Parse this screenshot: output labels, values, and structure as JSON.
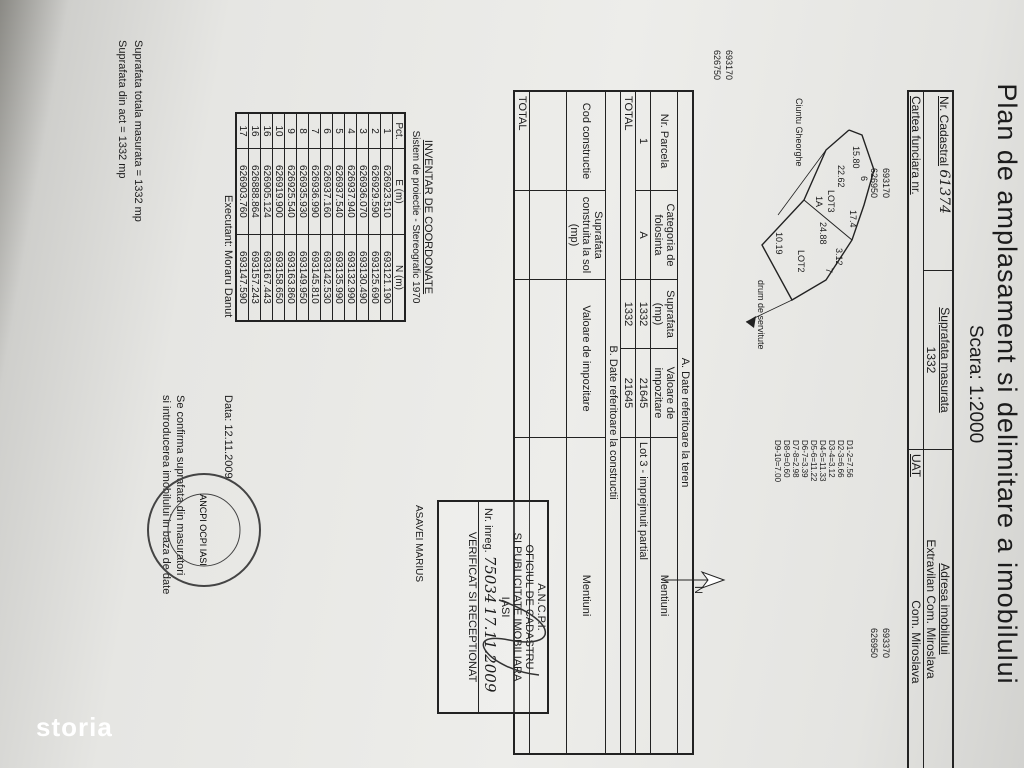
{
  "header": {
    "title": "Plan de amplasament si delimitare a imobilului",
    "scale": "Scara: 1:2000",
    "nr_cadastral_label": "Nr. Cadastral",
    "nr_cadastral_value": "61374",
    "suprafata_label": "Suprafata masurata",
    "suprafata_value": "1332",
    "adresa_label": "Adresa imobilului",
    "adresa_value": "Extravilan Com. Miroslava",
    "cartea_label": "Cartea funciara nr.",
    "uat_label": "UAT",
    "uat_value": "Com. Miroslava"
  },
  "sketch": {
    "coords_top_x": "693170",
    "coords_top_y": "626950",
    "coords_left_x": "693170",
    "coords_left_y": "626750",
    "coords_right_x": "693370",
    "coords_right_y": "626950",
    "lot3": "LOT3",
    "lot1a": "1A",
    "lot2": "LOT2",
    "neighbor": "Ciuntu Gheorghe",
    "road": "drum de servitute",
    "dims": [
      "15.80",
      "6",
      "17.4",
      "22.62",
      "24.88",
      "3.12",
      "7",
      "10.19"
    ],
    "dist_list": [
      "D1-2=7.56",
      "D2-3=6.66",
      "D3-4=3.12",
      "D4-5=11.33",
      "D5-6=11.22",
      "D6-7=3.39",
      "D7-8=2.98",
      "D8-9=0.60",
      "D9-10=7.00"
    ]
  },
  "table": {
    "section_a": "A. Date referitoare la teren",
    "section_b": "B. Date referitoare la constructii",
    "col_parcela": "Nr. Parcela",
    "col_categoria": "Categoria de folosinta",
    "col_suprafata": "Suprafata (mp)",
    "col_valoare": "Valoare de impozitare",
    "col_mentiuni": "Mentiuni",
    "row1": [
      "1",
      "A",
      "1332",
      "21645",
      "Lot 3 - imprejmuit partial"
    ],
    "total_label": "TOTAL",
    "total_suprafata": "1332",
    "total_valoare": "21645",
    "b_col_cod": "Cod constructie",
    "b_col_suprafata": "Suprafata construita la sol (mp)",
    "b_col_valoare": "Valoare de impozitare",
    "b_col_mentiuni": "Mentiuni",
    "b_total": "TOTAL"
  },
  "inventory": {
    "title": "INVENTAR DE COORDONATE",
    "subtitle": "Sistem de proiectie - Stereografic 1970",
    "col_pct": "Pct.",
    "col_e": "E (m)",
    "col_n": "N (m)",
    "rows": [
      [
        "1",
        "626923.510",
        "693121.190"
      ],
      [
        "2",
        "626929.590",
        "693125.690"
      ],
      [
        "3",
        "626936.070",
        "693130.490"
      ],
      [
        "4",
        "626937.940",
        "693132.990"
      ],
      [
        "5",
        "626937.540",
        "693135.990"
      ],
      [
        "6",
        "626937.160",
        "693142.530"
      ],
      [
        "7",
        "626936.990",
        "693145.810"
      ],
      [
        "8",
        "626935.930",
        "693149.950"
      ],
      [
        "9",
        "626925.540",
        "693163.860"
      ],
      [
        "10",
        "626919.900",
        "693158.650"
      ],
      [
        "16",
        "626905.124",
        "693167.443"
      ],
      [
        "16",
        "626888.864",
        "693157.243"
      ],
      [
        "17",
        "626903.760",
        "693147.590"
      ]
    ],
    "area_measured": "Suprafata totala masurata = 1332 mp",
    "area_act": "Suprafata din act = 1332 mp"
  },
  "footer": {
    "confirm_1": "Se confirma suprafata din masuratori",
    "confirm_2": "si introducerea imobilului in baza de date",
    "executant": "Executant: Moraru Danut",
    "date": "Data: 12.11.2009"
  },
  "stamp": {
    "line1": "A.N.C.P.I.",
    "line2": "OFICIUL DE CADASTRU",
    "line3": "SI PUBLICITATE IMOBILIARA",
    "line4": "IASI",
    "nr_label": "Nr. inreg.",
    "nr_value": "75034",
    "date_value": "17.11.2009",
    "verified": "VERIFICAT SI RECEPTIONAT",
    "inspector": "ASAVEI MARIUS",
    "seal_label": "ANCPI OCPI IASI"
  },
  "watermark": "storia",
  "north_label": "N",
  "colors": {
    "ink": "#1c1c1c",
    "paper": "#e9e9e6"
  }
}
